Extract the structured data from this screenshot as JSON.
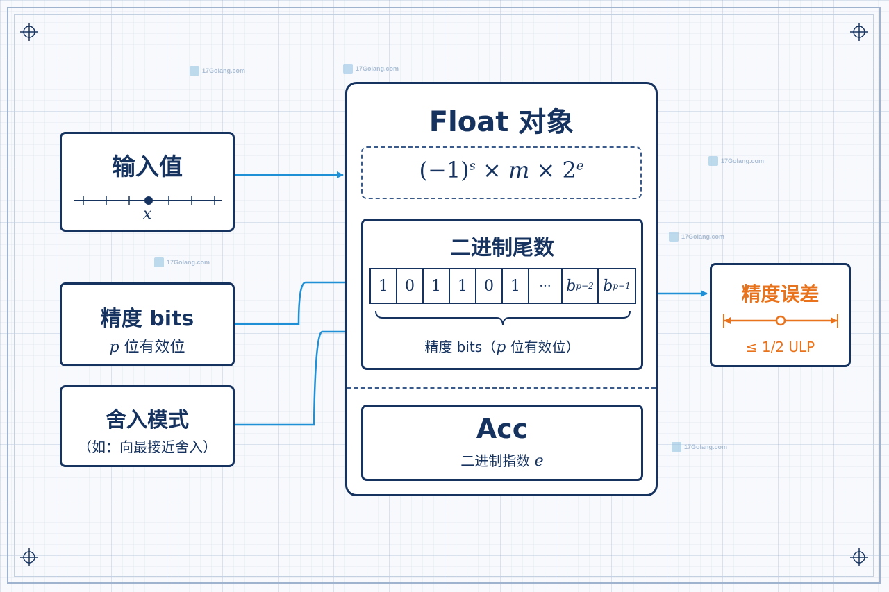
{
  "watermark": {
    "text": "17Golang.com"
  },
  "input_box": {
    "title": "输入值",
    "axis_label": "x"
  },
  "precision_box": {
    "title": "精度 bits",
    "sub_var": "p",
    "sub_text": "位有效位"
  },
  "rounding_box": {
    "title": "舍入模式",
    "subtitle": "（如：向最接近舍入）"
  },
  "float_object": {
    "title": "Float 对象",
    "formula": {
      "base_open": "(−1)",
      "sign_exp": "s",
      "times1": "×",
      "m": "m",
      "times2": "×",
      "two": "2",
      "exp": "e"
    },
    "mantissa": {
      "title": "二进制尾数",
      "bits": [
        "1",
        "0",
        "1",
        "1",
        "0",
        "1",
        "···"
      ],
      "bit_p2": {
        "b": "b",
        "sub": "p−2"
      },
      "bit_p1": {
        "b": "b",
        "sub": "p−1"
      },
      "brace_label_prefix": "精度 bits（",
      "brace_label_var": "p",
      "brace_label_suffix": "位有效位）"
    },
    "acc": {
      "title": "Acc",
      "subtitle_text": "二进制指数",
      "subtitle_var": "e"
    }
  },
  "error_box": {
    "title": "精度误差",
    "bound": "≤ 1/2 ULP"
  },
  "colors": {
    "navy": "#16335f",
    "arrow_blue": "#1f8fd6",
    "orange": "#e8731c",
    "dash": "#3a5a8a"
  }
}
